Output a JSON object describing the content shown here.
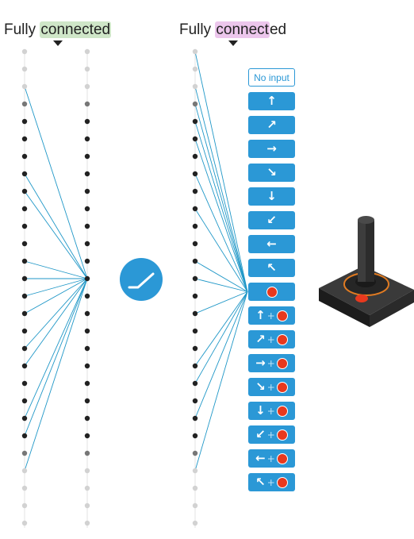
{
  "titles": {
    "left": {
      "prefix": "Fully ",
      "highlight": "connected",
      "suffix": "",
      "highlight_color": "#cfe6c8"
    },
    "right": {
      "prefix": "Fully ",
      "highlight": "connect",
      "suffix": "ed",
      "highlight_color": "#ecc6ec"
    }
  },
  "colors": {
    "line": "#1f97c7",
    "node_dark": "#222222",
    "node_mid": "#777777",
    "node_light": "#d2d2d2",
    "button": "#2b98d6",
    "fire": "#e8391e"
  },
  "activation_icon": "relu-activation-icon",
  "actions": [
    {
      "label": "No input",
      "arrow": "",
      "fire": false
    },
    {
      "label": "",
      "arrow": "↑",
      "fire": false
    },
    {
      "label": "",
      "arrow": "↗",
      "fire": false
    },
    {
      "label": "",
      "arrow": "→",
      "fire": false
    },
    {
      "label": "",
      "arrow": "↘",
      "fire": false
    },
    {
      "label": "",
      "arrow": "↓",
      "fire": false
    },
    {
      "label": "",
      "arrow": "↙",
      "fire": false
    },
    {
      "label": "",
      "arrow": "←",
      "fire": false
    },
    {
      "label": "",
      "arrow": "↖",
      "fire": false
    },
    {
      "label": "",
      "arrow": "",
      "fire": true
    },
    {
      "label": "",
      "arrow": "↑",
      "fire": true
    },
    {
      "label": "",
      "arrow": "↗",
      "fire": true
    },
    {
      "label": "",
      "arrow": "→",
      "fire": true
    },
    {
      "label": "",
      "arrow": "↘",
      "fire": true
    },
    {
      "label": "",
      "arrow": "↓",
      "fire": true
    },
    {
      "label": "",
      "arrow": "↙",
      "fire": true
    },
    {
      "label": "",
      "arrow": "←",
      "fire": true
    },
    {
      "label": "",
      "arrow": "↖",
      "fire": true
    }
  ],
  "joystick_icon": "joystick-icon"
}
